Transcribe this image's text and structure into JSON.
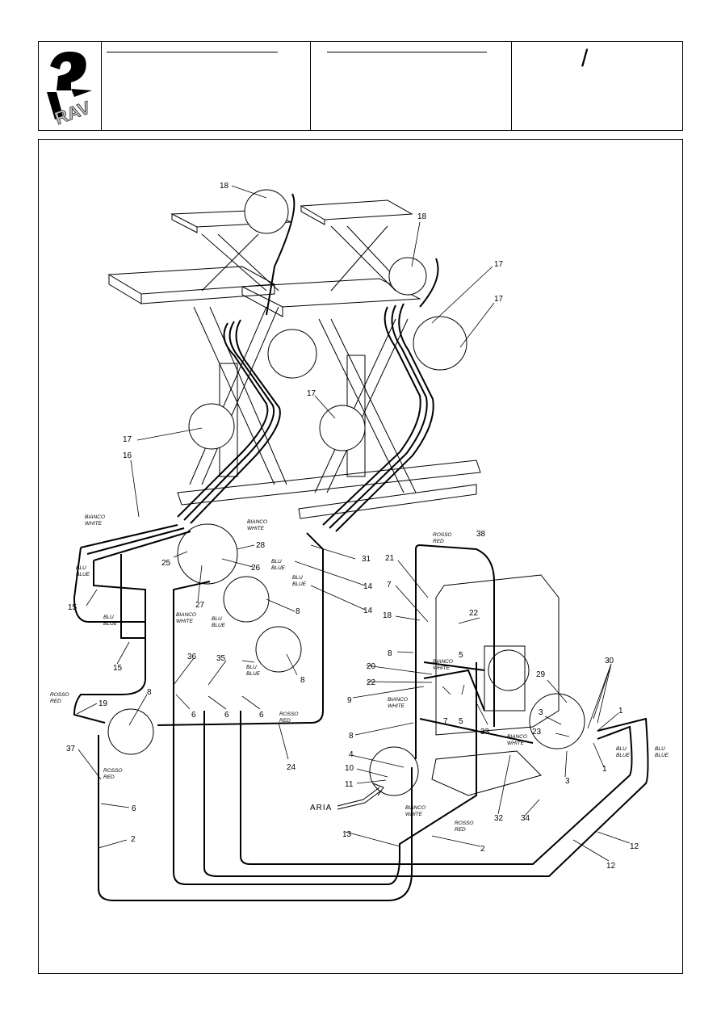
{
  "header": {
    "logo_text": "RAV",
    "page_mark": "/"
  },
  "diagram": {
    "air_label": "ARIA",
    "part_numbers": [
      "1",
      "2",
      "3",
      "4",
      "5",
      "6",
      "7",
      "8",
      "9",
      "10",
      "11",
      "12",
      "13",
      "14",
      "15",
      "16",
      "17",
      "18",
      "19",
      "20",
      "21",
      "22",
      "23",
      "24",
      "25",
      "26",
      "27",
      "28",
      "29",
      "30",
      "31",
      "32",
      "33",
      "34",
      "35",
      "36",
      "37",
      "38"
    ],
    "colour_labels": {
      "bianco_white": [
        "BIANCO",
        "WHITE"
      ],
      "blu_blue": [
        "BLU",
        "BLUE"
      ],
      "rosso_red": [
        "ROSSO",
        "RED"
      ]
    },
    "hose_colors": {
      "line": "#000000",
      "stroke_bg": "#ffffff"
    }
  }
}
